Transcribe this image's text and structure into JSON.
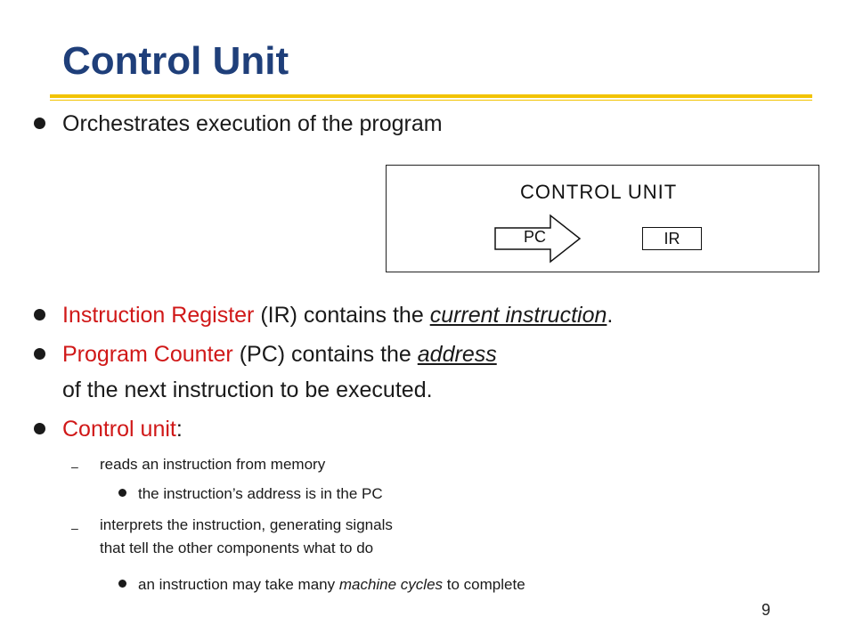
{
  "slide": {
    "title": "Control Unit",
    "page_number": "9"
  },
  "bullets": {
    "b1": "Orchestrates execution of the program",
    "b2": {
      "red": "Instruction Register",
      "mid": " (IR) contains the ",
      "link": "current instruction",
      "end": "."
    },
    "b3": {
      "red": "Program Counter",
      "mid": " (PC) contains the ",
      "link": "address",
      "line2": "of the next instruction to be executed."
    },
    "b4": {
      "red": "Control unit",
      "end": ":"
    }
  },
  "sub_bullets": {
    "dash": "–",
    "s1": "reads an instruction from memory",
    "s1a": "the instruction’s address is in the PC",
    "s2_line1": "interprets the instruction, generating signals",
    "s2_line2": "that tell the other components what to do",
    "s2a_pre": "an instruction may take many ",
    "s2a_it": "machine cycles",
    "s2a_post": " to complete"
  },
  "diagram": {
    "title": "CONTROL UNIT",
    "pc_label": "PC",
    "ir_label": "IR"
  },
  "colors": {
    "title": "#1f3f7a",
    "rule": "#f2c300",
    "highlight": "#d01818"
  }
}
